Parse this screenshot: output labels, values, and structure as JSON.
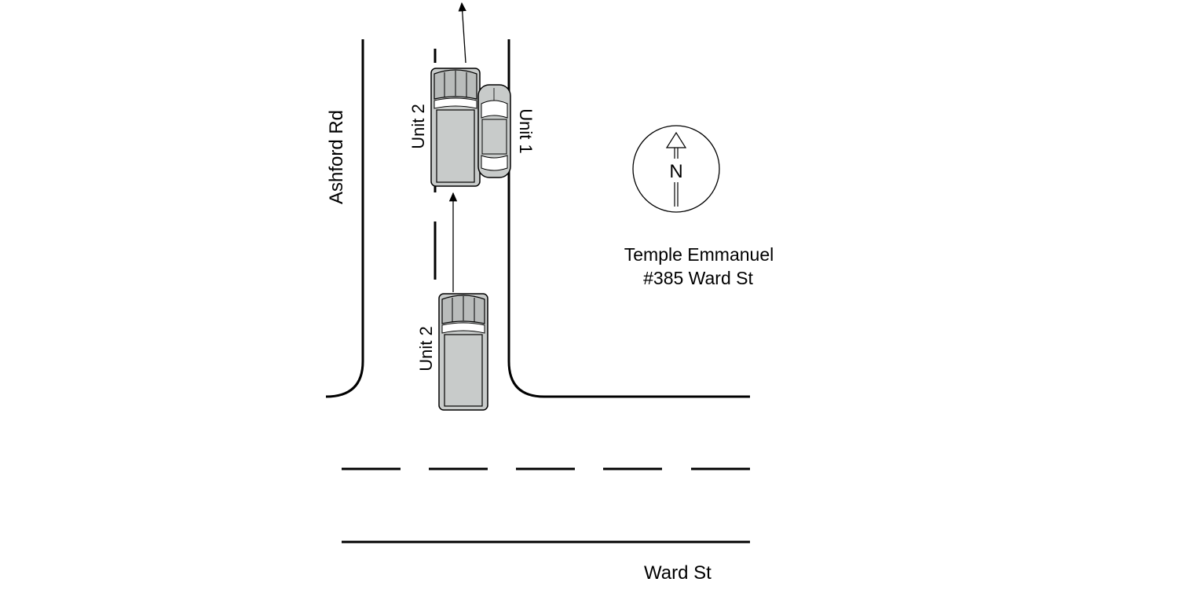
{
  "streets": {
    "north_south": "Ashford Rd",
    "east_west": "Ward St"
  },
  "landmark": {
    "name": "Temple Emmanuel",
    "address": "#385 Ward St"
  },
  "compass": {
    "label": "N"
  },
  "vehicles": {
    "unit1": {
      "label": "Unit 1",
      "type": "car"
    },
    "unit2_pre": {
      "label": "Unit 2",
      "type": "pickup-truck"
    },
    "unit2_post": {
      "label": "Unit 2",
      "type": "pickup-truck"
    }
  },
  "colors": {
    "vehicle_fill": "#c8cbca",
    "vehicle_window": "#ffffff",
    "line": "#000000"
  }
}
